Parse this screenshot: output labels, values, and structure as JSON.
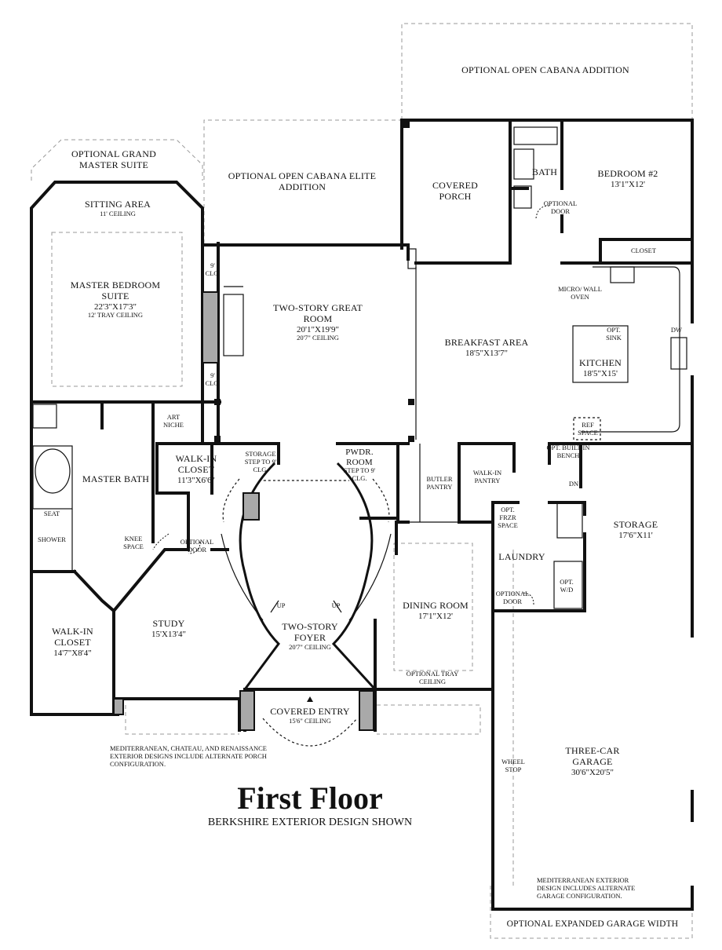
{
  "title": "First Floor",
  "subtitle": "BERKSHIRE EXTERIOR DESIGN SHOWN",
  "rooms": {
    "optional_open_cabana_addition": {
      "name": "OPTIONAL OPEN CABANA ADDITION"
    },
    "optional_grand_master_suite": {
      "name": "OPTIONAL GRAND MASTER SUITE"
    },
    "optional_open_cabana_elite": {
      "name": "OPTIONAL OPEN CABANA ELITE ADDITION"
    },
    "covered_porch": {
      "name": "COVERED PORCH"
    },
    "bath": {
      "name": "BATH",
      "note": "OPTIONAL DOOR"
    },
    "bedroom2": {
      "name": "BEDROOM #2",
      "dims": "13'1\"X12'",
      "closet": "CLOSET"
    },
    "sitting_area": {
      "name": "SITTING AREA",
      "ceiling": "11' CEILING"
    },
    "master_bedroom": {
      "name": "MASTER BEDROOM SUITE",
      "dims": "22'3\"X17'3\"",
      "ceiling": "12' TRAY CEILING"
    },
    "great_room": {
      "name": "TWO-STORY GREAT ROOM",
      "dims": "20'1\"X19'9\"",
      "ceiling": "20'7\" CEILING",
      "clg_top": "9' CLG.",
      "clg_bottom": "9' CLG."
    },
    "breakfast": {
      "name": "BREAKFAST AREA",
      "dims": "18'5\"X13'7\""
    },
    "kitchen": {
      "name": "KITCHEN",
      "dims": "18'5\"X15'",
      "micro": "MICRO/ WALL OVEN",
      "opt_sink": "OPT. SINK",
      "dw": "DW",
      "ref": "REF SPACE"
    },
    "art_niche": {
      "name": "ART NICHE"
    },
    "walkin_closet_upper": {
      "name": "WALK-IN CLOSET",
      "dims": "11'3\"X6'6\""
    },
    "storage_small": {
      "name": "STORAGE",
      "note": "STEP TO 9' CLG."
    },
    "pwdr_room": {
      "name": "PWDR. ROOM",
      "note": "STEP TO 9' CLG."
    },
    "butler_pantry": {
      "name": "BUTLER PANTRY"
    },
    "walkin_pantry": {
      "name": "WALK-IN PANTRY"
    },
    "bench": {
      "name": "OPT. BUILT-IN BENCH",
      "dn": "DN"
    },
    "storage_large": {
      "name": "STORAGE",
      "dims": "17'6\"X11'"
    },
    "master_bath": {
      "name": "MASTER BATH",
      "seat": "SEAT",
      "shower": "SHOWER",
      "knee": "KNEE SPACE",
      "opt_door": "OPTIONAL DOOR"
    },
    "frzr": {
      "name": "OPT. FRZR SPACE"
    },
    "laundry": {
      "name": "LAUNDRY",
      "opt_door": "OPTIONAL DOOR",
      "wd": "OPT. W/D"
    },
    "study": {
      "name": "STUDY",
      "dims": "15'X13'4\""
    },
    "foyer": {
      "name": "TWO-STORY FOYER",
      "ceiling": "20'7\" CEILING",
      "up_left": "UP",
      "up_right": "UP"
    },
    "dining": {
      "name": "DINING ROOM",
      "dims": "17'1\"X12'",
      "ceiling": "OPTIONAL TRAY CEILING"
    },
    "walkin_closet_lower": {
      "name": "WALK-IN CLOSET",
      "dims": "14'7\"X8'4\""
    },
    "covered_entry": {
      "name": "COVERED ENTRY",
      "ceiling": "15'6\" CEILING"
    },
    "garage": {
      "name": "THREE-CAR GARAGE",
      "dims": "30'6\"X20'5\"",
      "wheel_stop": "WHEEL STOP"
    },
    "expanded_garage": {
      "name": "OPTIONAL EXPANDED GARAGE WIDTH"
    }
  },
  "notes": {
    "porch_note": "MEDITERRANEAN, CHATEAU, AND RENAISSANCE EXTERIOR DESIGNS INCLUDE ALTERNATE PORCH CONFIGURATION.",
    "garage_note": "MEDITERRANEAN EXTERIOR DESIGN INCLUDES ALTERNATE GARAGE CONFIGURATION."
  }
}
